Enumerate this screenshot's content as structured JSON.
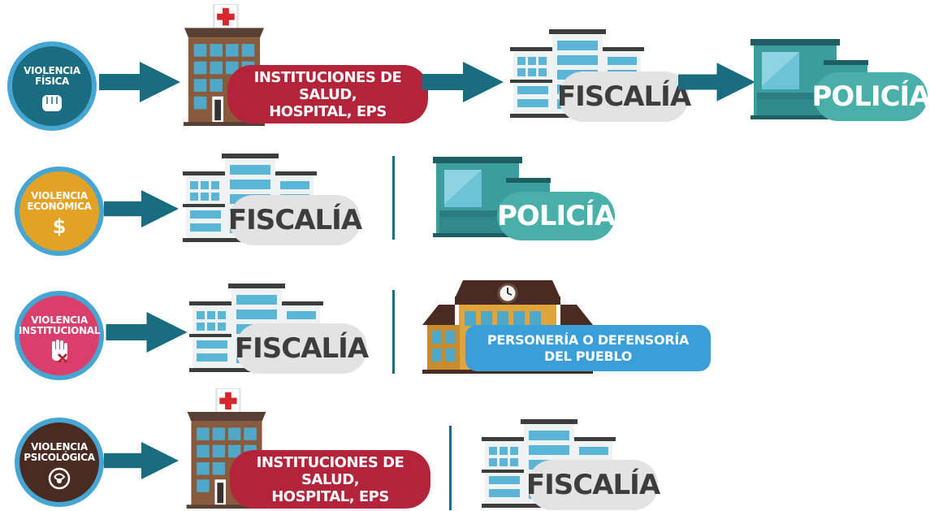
{
  "rows": [
    {
      "category": {
        "line1": "VIOLENCIA",
        "line2": "FÍSICA",
        "color": "#1a6c80",
        "ring": "#45a6d4",
        "icon": "fist-icon"
      },
      "destinations": [
        {
          "label_line1": "INSTITUCIONES DE SALUD,",
          "label_line2": "HOSPITAL, EPS",
          "building": "hospital-icon"
        },
        {
          "label": "FISCALÍA",
          "building": "office-building-icon"
        },
        {
          "label": "POLICÍA",
          "building": "police-station-icon"
        }
      ]
    },
    {
      "category": {
        "line1": "VIOLENCIA",
        "line2": "ECONÓMICA",
        "color": "#e3a125",
        "ring": "#45a6d4",
        "icon": "dollar-icon"
      },
      "destinations": [
        {
          "label": "FISCALÍA",
          "building": "office-building-icon"
        },
        {
          "label": "POLICÍA",
          "building": "police-station-icon"
        }
      ]
    },
    {
      "category": {
        "line1": "VIOLENCIA",
        "line2": "INSTITUCIONAL",
        "color": "#d93f6a",
        "ring": "#45a6d4",
        "icon": "stop-hand-icon"
      },
      "destinations": [
        {
          "label": "FISCALÍA",
          "building": "office-building-icon"
        },
        {
          "label_line1": "PERSONERÍA O DEFENSORÍA",
          "label_line2": "DEL PUEBLO",
          "building": "clock-building-icon"
        }
      ]
    },
    {
      "category": {
        "line1": "VIOLENCIA",
        "line2": "PSICOLÓGICA",
        "color": "#4a2b22",
        "ring": "#45a6d4",
        "icon": "brain-hand-icon"
      },
      "destinations": [
        {
          "label_line1": "INSTITUCIONES DE SALUD,",
          "label_line2": "HOSPITAL, EPS",
          "building": "hospital-icon"
        },
        {
          "label": "FISCALÍA",
          "building": "office-building-icon"
        }
      ]
    }
  ],
  "colors": {
    "arrow": "#1a6c80",
    "red_pill": "#b3243a",
    "grey_pill": "#e3e3e3",
    "teal_pill": "#48b0a9",
    "blue_pill": "#3a9fd9"
  }
}
